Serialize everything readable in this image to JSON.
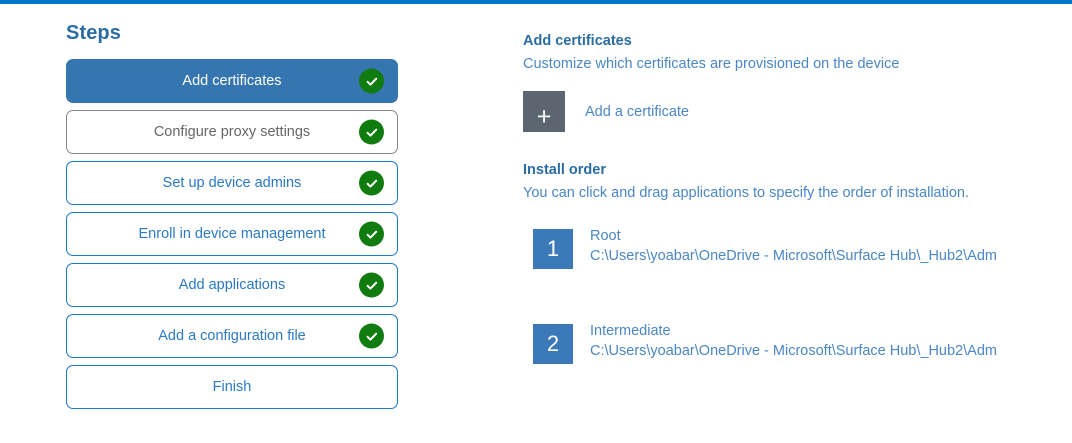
{
  "accent_color": "#0078c8",
  "steps_panel": {
    "title": "Steps",
    "items": [
      {
        "label": "Add certificates",
        "state": "active",
        "completed": true
      },
      {
        "label": "Configure proxy settings",
        "state": "muted",
        "completed": true
      },
      {
        "label": "Set up device admins",
        "state": "default",
        "completed": true
      },
      {
        "label": "Enroll in device management",
        "state": "default",
        "completed": true
      },
      {
        "label": "Add applications",
        "state": "default",
        "completed": true
      },
      {
        "label": "Add a configuration file",
        "state": "default",
        "completed": true
      },
      {
        "label": "Finish",
        "state": "default",
        "completed": false
      }
    ]
  },
  "detail_panel": {
    "heading": "Add certificates",
    "subtext": "Customize which certificates are provisioned on the device",
    "add_certificate_label": "Add a certificate",
    "add_certificate_icon": "plus-icon",
    "install_order": {
      "heading": "Install order",
      "subtext": "You can click and drag applications to specify the order of installation.",
      "items": [
        {
          "number": "1",
          "name": "Root",
          "path": "C:\\Users\\yoabar\\OneDrive - Microsoft\\Surface Hub\\_Hub2\\Adm"
        },
        {
          "number": "2",
          "name": "Intermediate",
          "path": "C:\\Users\\yoabar\\OneDrive - Microsoft\\Surface Hub\\_Hub2\\Adm"
        }
      ]
    }
  }
}
